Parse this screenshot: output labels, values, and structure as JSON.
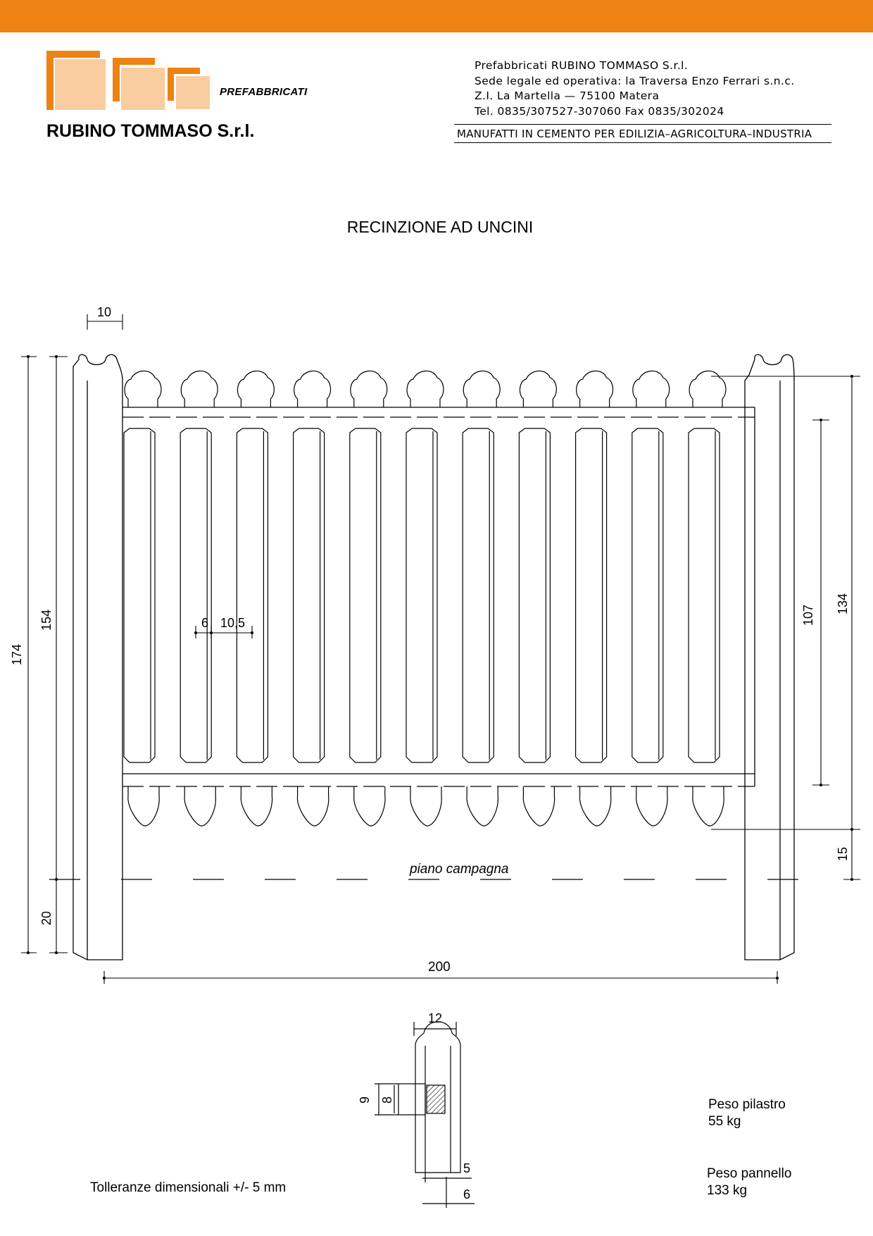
{
  "header": {
    "brand_subtitle": "PREFABBRICATI",
    "brand_name": "RUBINO TOMMASO S.r.l.",
    "company_lines": [
      "Prefabbricati RUBINO TOMMASO S.r.l.",
      "Sede legale ed operativa: la Traversa Enzo Ferrari s.n.c.",
      "Z.I. La Martella — 75100 Matera",
      "Tel. 0835/307527-307060  Fax 0835/302024"
    ],
    "tagline": "MANUFATTI IN CEMENTO PER EDILIZIA–AGRICOLTURA–INDUSTRIA"
  },
  "title": "RECINZIONE AD UNCINI",
  "drawing": {
    "dims": {
      "post_width": "10",
      "total_height": "174",
      "post_above": "154",
      "post_buried": "20",
      "panel_height": "134",
      "inner_height": "107",
      "ground_gap": "15",
      "span": "200",
      "gap": "6",
      "bar_width": "10,5"
    },
    "ground_label": "piano campagna",
    "section": {
      "width": "12",
      "groove_outer": "9",
      "groove_inner": "8",
      "offset_a": "5",
      "offset_b": "6"
    }
  },
  "notes": {
    "tolerance": "Tolleranze dimensionali +/- 5 mm",
    "post_weight_label": "Peso pilastro",
    "post_weight_value": "55 kg",
    "panel_weight_label": "Peso pannello",
    "panel_weight_value": "133 kg"
  },
  "colors": {
    "accent": "#ec8313",
    "logo_fill": "#f9cd9f"
  }
}
